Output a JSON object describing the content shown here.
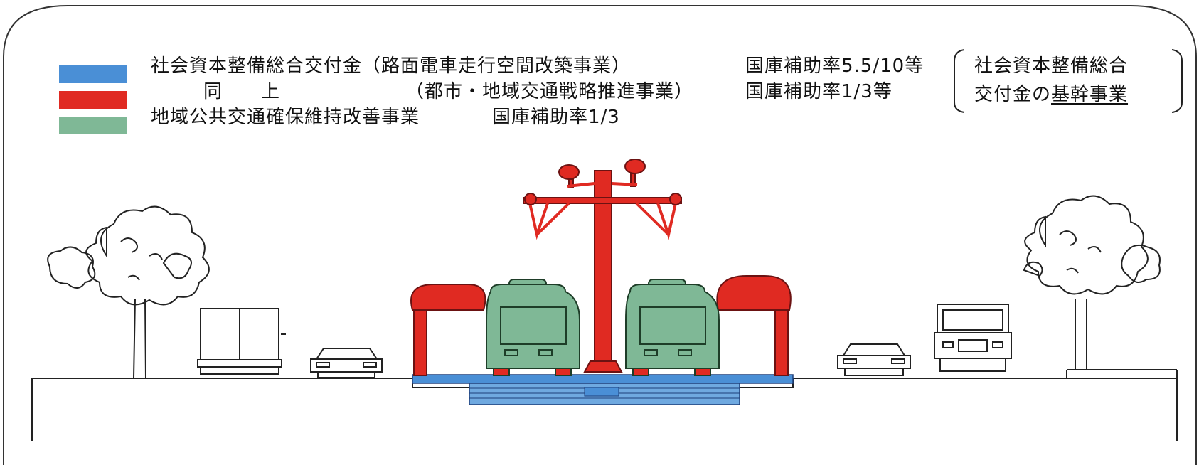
{
  "legend": [
    {
      "color": "#4a8fd6",
      "label": "社会資本整備総合交付金（路面電車走行空間改築事業）",
      "rate": "国庫補助率5.5/10等"
    },
    {
      "color": "#e02a22",
      "label_same": "同　　上",
      "label": "（都市・地域交通戦略推進事業）",
      "rate": "国庫補助率1/3等"
    },
    {
      "color": "#7fb896",
      "label": "地域公共交通確保維持改善事業",
      "rate": "国庫補助率1/3"
    }
  ],
  "bracket": {
    "line1": "社会資本整備総合",
    "line2_prefix": "交付金の",
    "line2_underlined": "基幹事業"
  }
}
